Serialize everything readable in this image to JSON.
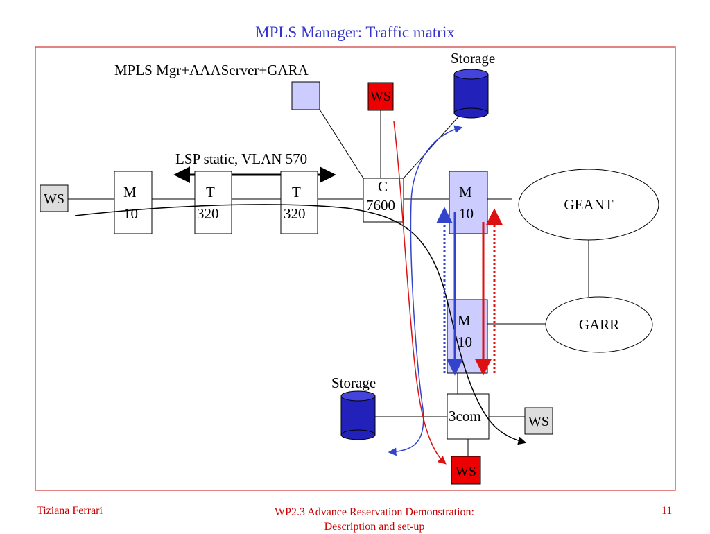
{
  "slide": {
    "title": "MPLS Manager: Traffic matrix",
    "footer_left": "Tiziana Ferrari",
    "footer_center_line1": "WP2.3 Advance Reservation Demonstration:",
    "footer_center_line2": "Description and set-up",
    "page_number": "11"
  },
  "diagram": {
    "labels": {
      "mgr_server": "MPLS Mgr+AAAServer+GARA",
      "storage_top": "Storage",
      "storage_bottom": "Storage",
      "lsp": "LSP static, VLAN 570"
    },
    "nodes": {
      "ws_left": "WS",
      "ws_top": "WS",
      "ws_right": "WS",
      "ws_bottom": "WS",
      "m10_a_line1": "M",
      "m10_a_line2": "10",
      "t320_a_line1": "T",
      "t320_a_line2": "320",
      "t320_b_line1": "T",
      "t320_b_line2": "320",
      "c7600_line1": "C",
      "c7600_line2": "7600",
      "m10_b_line1": "M",
      "m10_b_line2": "10",
      "m10_c_line1": "M",
      "m10_c_line2": "10",
      "geant": "GEANT",
      "garr": "GARR",
      "com3": "3com"
    },
    "colors": {
      "frame": "#cc3333",
      "title": "#3333cc",
      "ws_red": "#ee0000",
      "ws_gray": "#dddddd",
      "router_blue": "#ccccff",
      "storage_blue": "#2222bb",
      "flow_blue": "#3344cc",
      "flow_red": "#dd1111"
    }
  }
}
